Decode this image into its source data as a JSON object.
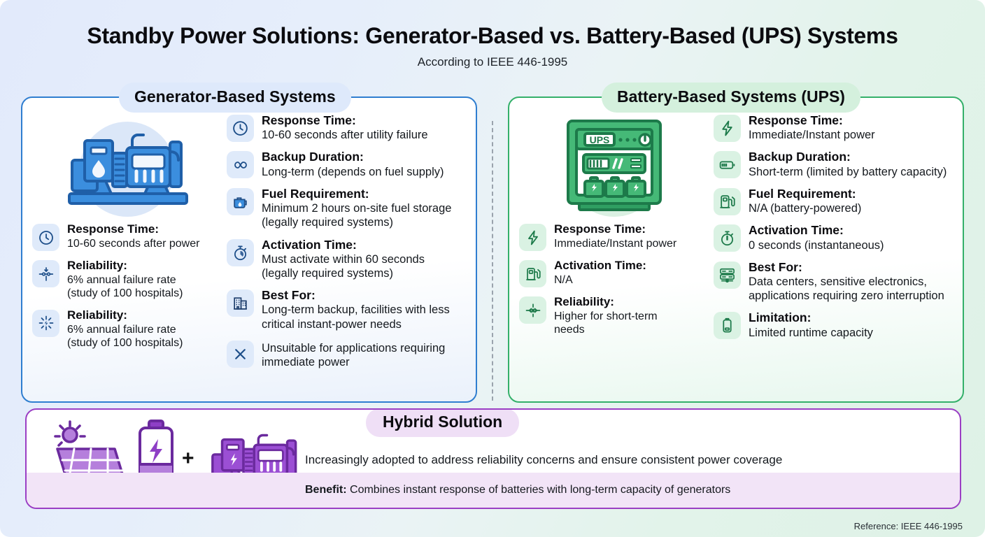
{
  "header": {
    "title": "Standby Power Solutions: Generator-Based vs. Battery-Based (UPS) Systems",
    "subtitle": "According to IEEE 446-1995"
  },
  "generator_panel": {
    "badge": "Generator-Based Systems",
    "hero_icon": "diesel-generator-icon",
    "left_items": [
      {
        "icon": "clock-icon",
        "label": "Response Time:",
        "value": "10-60 seconds after power"
      },
      {
        "icon": "circuit-switch-icon",
        "label": "Reliability:",
        "value": "6% annual failure rate\n(study of 100 hospitals)"
      },
      {
        "icon": "power-surge-icon",
        "label": "Reliability:",
        "value": "6% annual failure rate\n(study of 100 hospitals)"
      }
    ],
    "right_items": [
      {
        "icon": "clock-icon",
        "label": "Response Time:",
        "value": "10-60 seconds after utility failure"
      },
      {
        "icon": "infinity-icon",
        "label": "Backup Duration:",
        "value": "Long-term (depends on fuel supply)"
      },
      {
        "icon": "fuel-can-icon",
        "label": "Fuel Requirement:",
        "value": "Minimum 2 hours on-site fuel storage\n(legally required systems)"
      },
      {
        "icon": "stopwatch-icon",
        "label": "Activation Time:",
        "value": "Must activate within 60 seconds\n(legally required systems)"
      },
      {
        "icon": "building-icon",
        "label": "Best For:",
        "value": "Long-term backup, facilities with less\ncritical instant-power needs"
      },
      {
        "icon": "x-mark-icon",
        "label": "",
        "value": "Unsuitable for applications requiring\nimmediate power"
      }
    ]
  },
  "ups_panel": {
    "badge": "Battery-Based Systems (UPS)",
    "hero_icon": "ups-cabinet-icon",
    "hero_label": "UPS",
    "left_items": [
      {
        "icon": "lightning-bolt-icon",
        "label": "Response Time:",
        "value": "Immediate/Instant power"
      },
      {
        "icon": "fuel-pump-icon",
        "label": "Activation Time:",
        "value": "N/A"
      },
      {
        "icon": "circuit-switch-icon",
        "label": "Reliability:",
        "value": "Higher for short-term\nneeds"
      }
    ],
    "right_items": [
      {
        "icon": "lightning-bolt-icon",
        "label": "Response Time:",
        "value": "Immediate/Instant power"
      },
      {
        "icon": "battery-half-icon",
        "label": "Backup Duration:",
        "value": "Short-term (limited by battery capacity)"
      },
      {
        "icon": "fuel-pump-icon",
        "label": "Fuel Requirement:",
        "value": "N/A (battery-powered)"
      },
      {
        "icon": "stopwatch-icon",
        "label": "Activation Time:",
        "value": "0 seconds (instantaneous)"
      },
      {
        "icon": "server-rack-icon",
        "label": "Best For:",
        "value": "Data centers, sensitive electronics,\napplications requiring zero interruption"
      },
      {
        "icon": "battery-icon",
        "label": "Limitation:",
        "value": "Limited runtime capacity"
      }
    ]
  },
  "hybrid": {
    "badge": "Hybrid Solution",
    "description": "Increasingly adopted to address reliability concerns and ensure consistent power coverage",
    "benefit_label": "Benefit:",
    "benefit_text": "Combines instant response of batteries with long-term capacity of generators",
    "art_icons": [
      "solar-panel-icon",
      "battery-charging-icon",
      "plus-sign",
      "generator-icon"
    ],
    "plus": "+"
  },
  "footer": {
    "reference": "Reference: IEEE 446-1995"
  },
  "colors": {
    "generator_accent": "#2f7ed0",
    "ups_accent": "#34b06a",
    "hybrid_accent": "#9b3fc4",
    "generator_icon_bg": "#dfeafa",
    "ups_icon_bg": "#daf2e3"
  }
}
